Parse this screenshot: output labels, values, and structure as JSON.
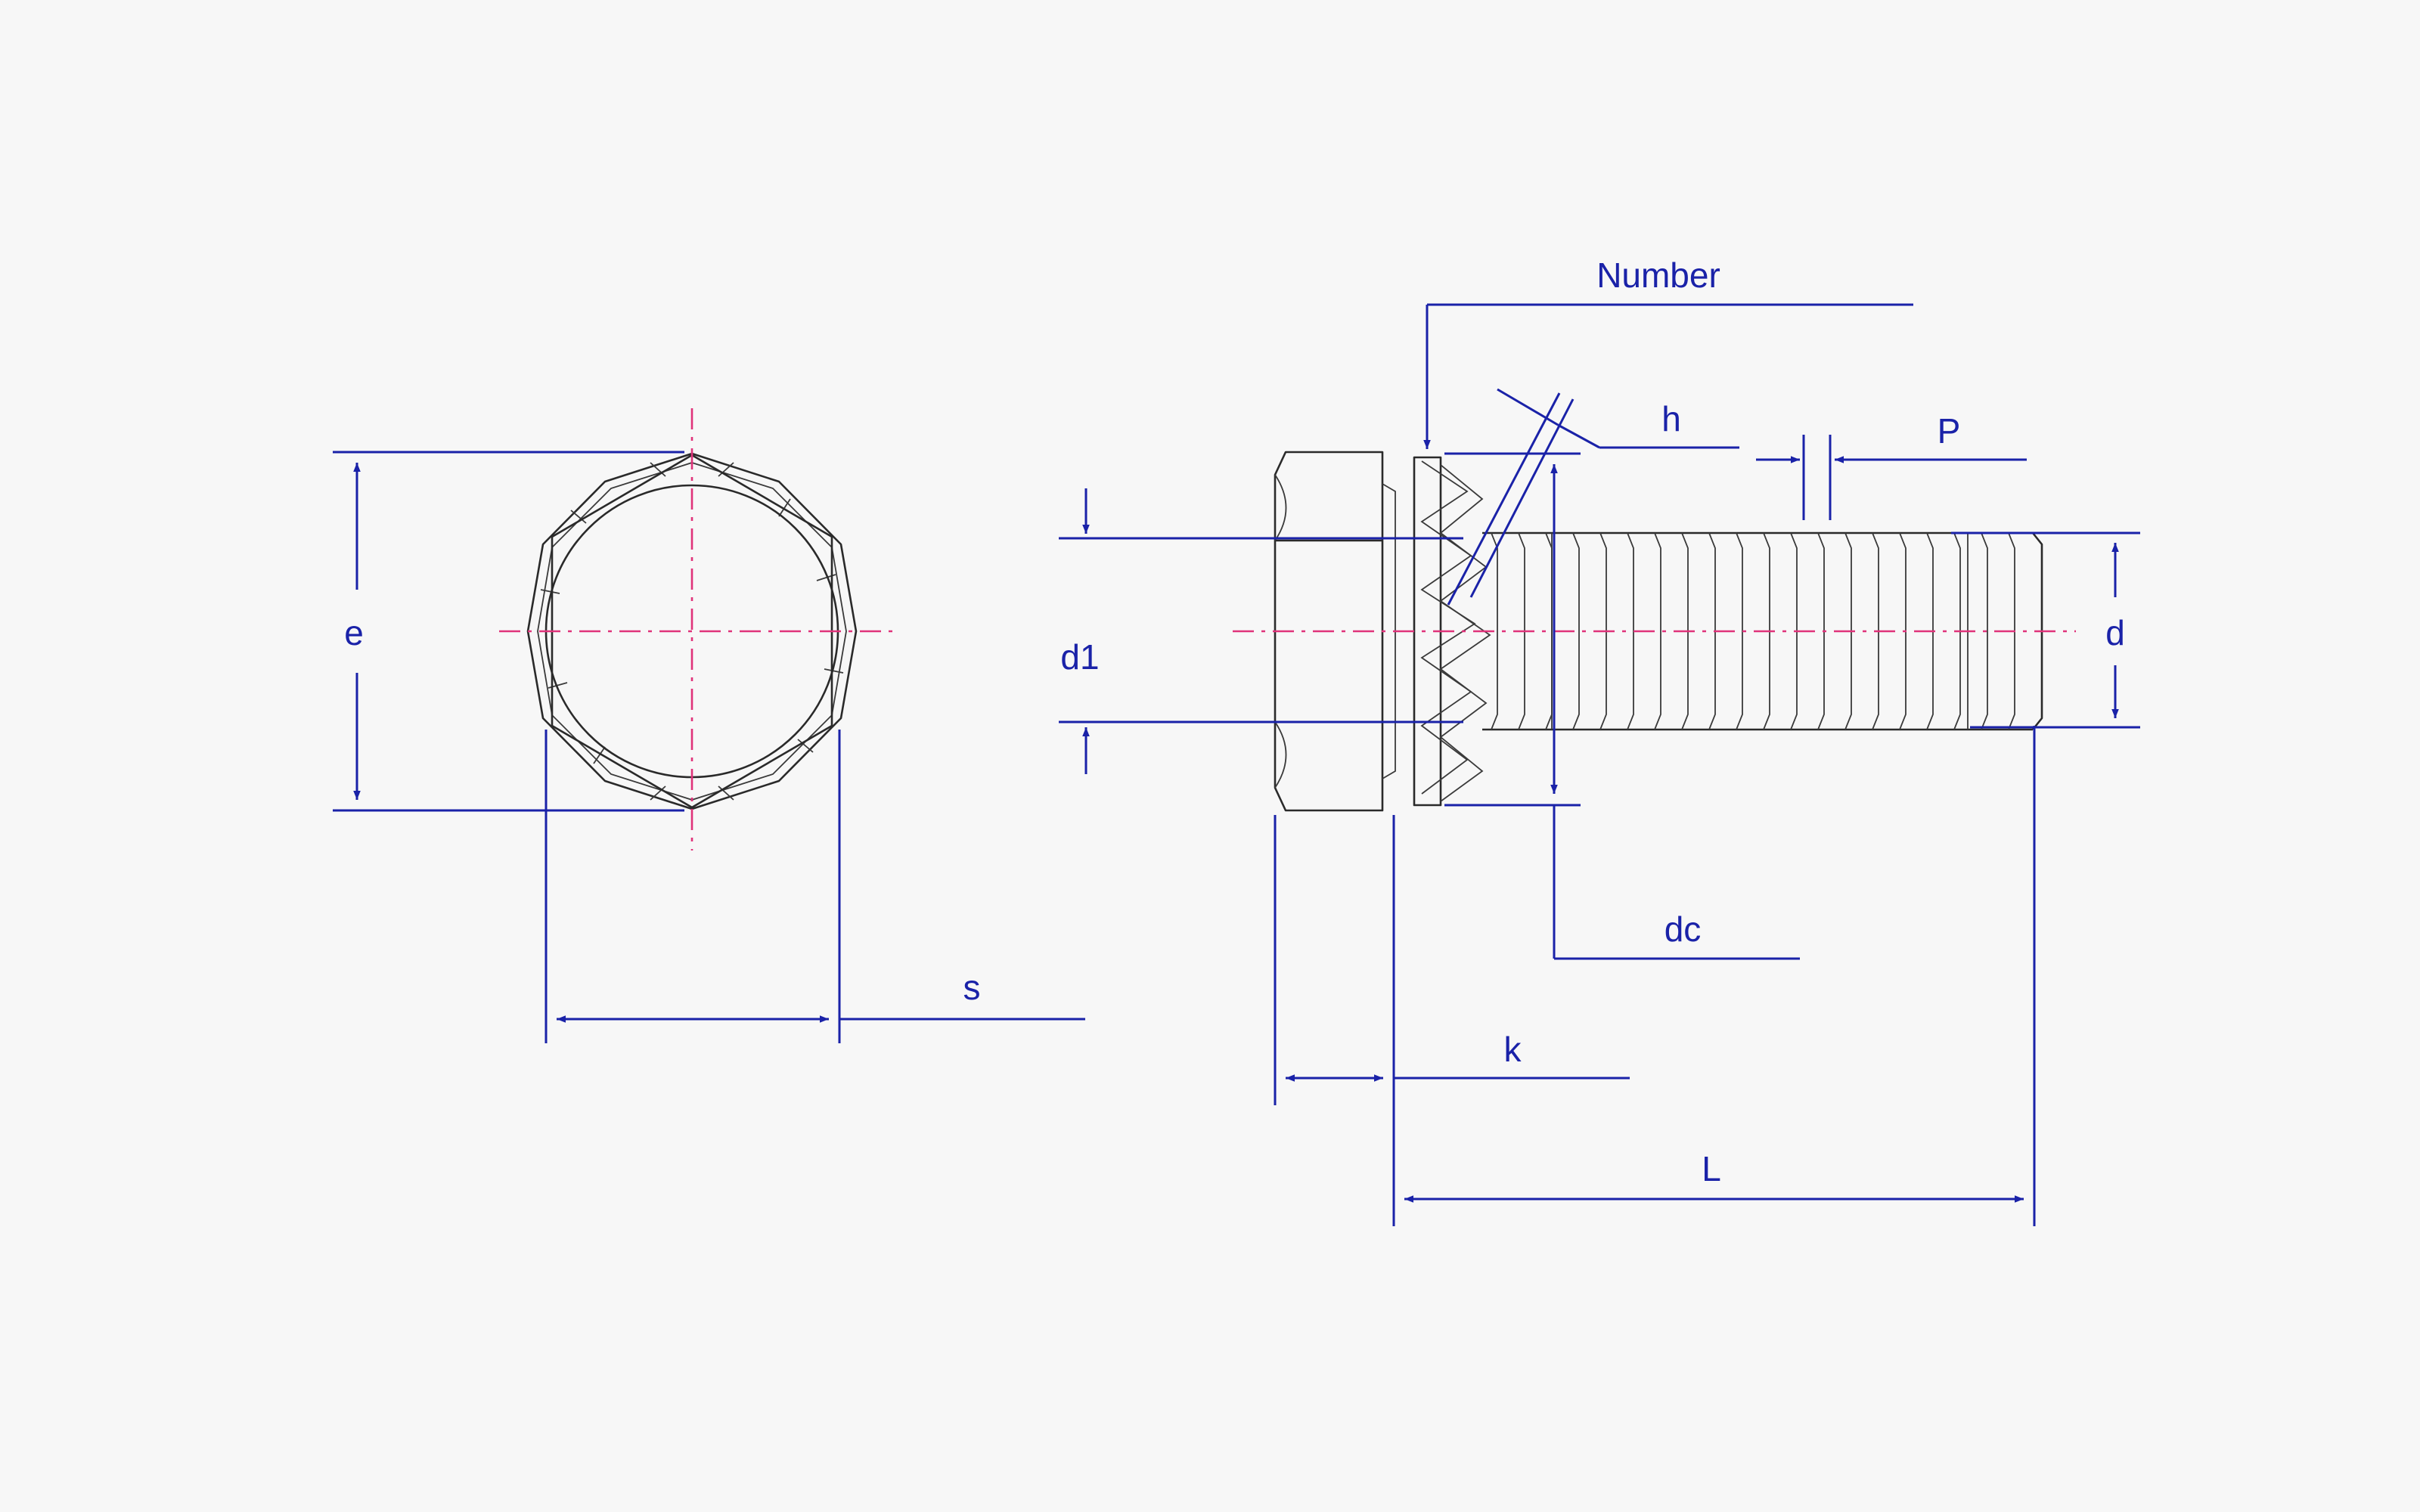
{
  "diagram": {
    "labels": {
      "e": "e",
      "s": "s",
      "d1": "d1",
      "number": "Number",
      "h": "h",
      "p": "P",
      "d": "d",
      "dc": "dc",
      "k": "k",
      "L": "L"
    },
    "colors": {
      "dimension": "#1a22a8",
      "centerline": "#e0337a",
      "outline": "#2a2a2a",
      "background": "#f7f7f7"
    }
  }
}
